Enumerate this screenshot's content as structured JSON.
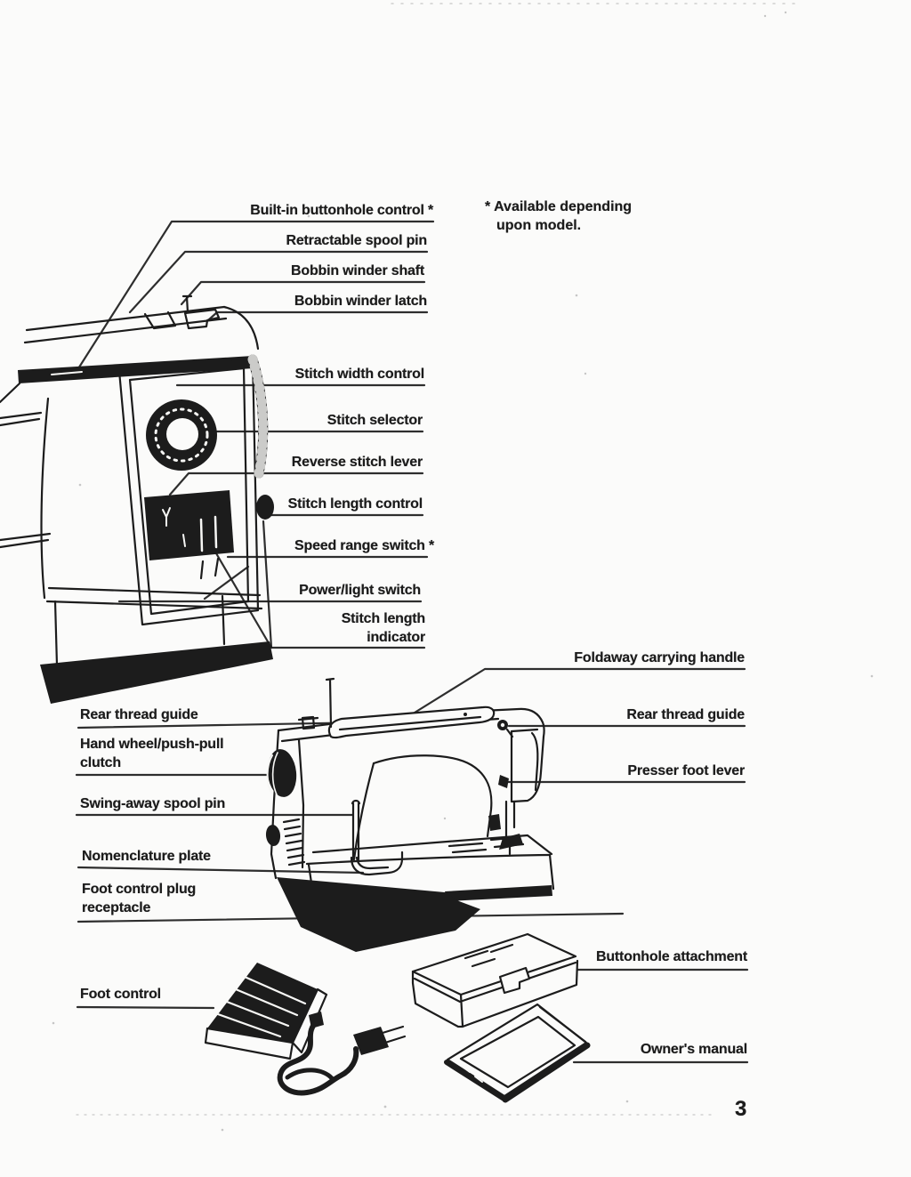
{
  "colors": {
    "ink": "#1c1c1c",
    "paper": "#fbfbfa"
  },
  "page": {
    "number": "3"
  },
  "footnote": {
    "line1": "* Available depending",
    "line2": "upon model."
  },
  "labels": {
    "built_in_buttonhole_control": "Built-in buttonhole control *",
    "retractable_spool_pin": "Retractable spool pin",
    "bobbin_winder_shaft": "Bobbin winder shaft",
    "bobbin_winder_latch": "Bobbin winder latch",
    "stitch_width_control": "Stitch width control",
    "stitch_selector": "Stitch selector",
    "reverse_stitch_lever": "Reverse stitch lever",
    "stitch_length_control": "Stitch length control",
    "speed_range_switch": "Speed range switch *",
    "power_light_switch": "Power/light switch",
    "stitch_length_indicator": "Stitch length indicator",
    "foldaway_carrying_handle": "Foldaway carrying handle",
    "rear_thread_guide_left": "Rear thread guide",
    "hand_wheel_push_pull_clutch": "Hand wheel/push-pull clutch",
    "swing_away_spool_pin": "Swing-away spool pin",
    "nomenclature_plate": "Nomenclature plate",
    "foot_control_plug_receptacle": "Foot control plug receptacle",
    "foot_control": "Foot control",
    "rear_thread_guide_right": "Rear thread guide",
    "presser_foot_lever": "Presser foot lever",
    "buttonhole_attachment": "Buttonhole attachment",
    "owners_manual": "Owner's manual"
  }
}
